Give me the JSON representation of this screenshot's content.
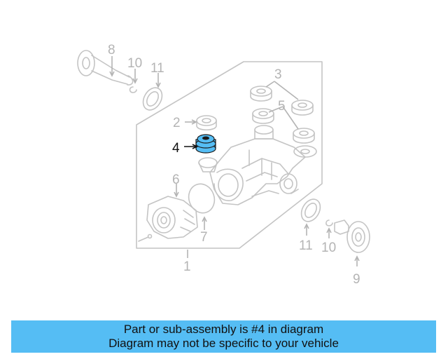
{
  "diagram": {
    "callouts": {
      "c1": "1",
      "c2": "2",
      "c3": "3",
      "c4": "4",
      "c5": "5",
      "c6": "6",
      "c7": "7",
      "c8": "8",
      "c9": "9",
      "c10_top": "10",
      "c10_bottom": "10",
      "c11_top": "11",
      "c11_bottom": "11"
    },
    "highlighted_part": "4",
    "highlight_color": "#55bdf4",
    "line_color": "#c4c4c4"
  },
  "caption": {
    "line1": "Part or sub-assembly is #4 in diagram",
    "line2": "Diagram may not be specific to your vehicle",
    "background": "#55bdf4"
  }
}
